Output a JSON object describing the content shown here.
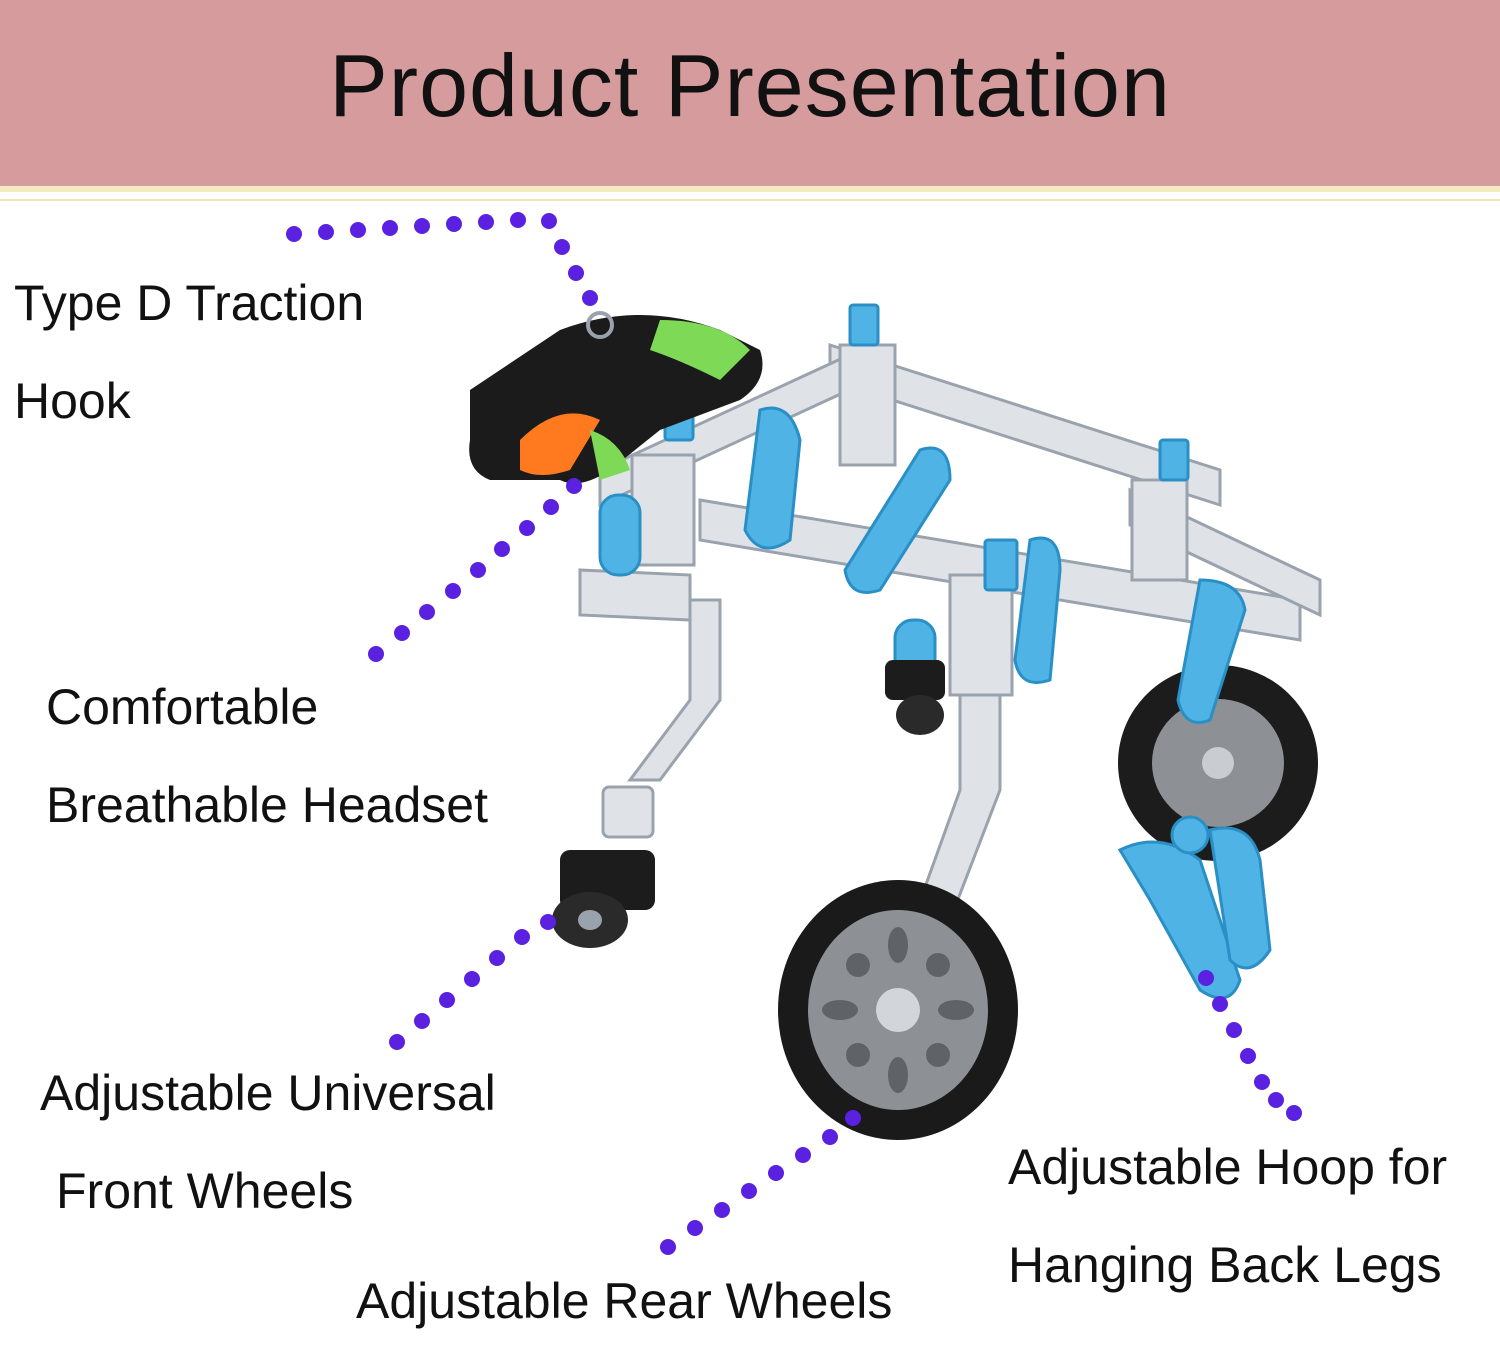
{
  "header": {
    "title": "Product Presentation",
    "background": "#d69b9c"
  },
  "accent": {
    "dot_color": "#5a22e0"
  },
  "labels": {
    "traction_hook": {
      "line1": "Type D Traction",
      "line2": "Hook"
    },
    "headset": {
      "line1": "Comfortable",
      "line2": "Breathable Headset"
    },
    "front_wheels": {
      "line1": "Adjustable Universal",
      "line2": "Front Wheels"
    },
    "rear_wheels": {
      "line1": "Adjustable Rear Wheels"
    },
    "hoop": {
      "line1": "Adjustable Hoop for",
      "line2": "Hanging Back Legs"
    }
  },
  "icons": [
    "product-photo-dog-wheelchair",
    "dotted-leader-line"
  ]
}
